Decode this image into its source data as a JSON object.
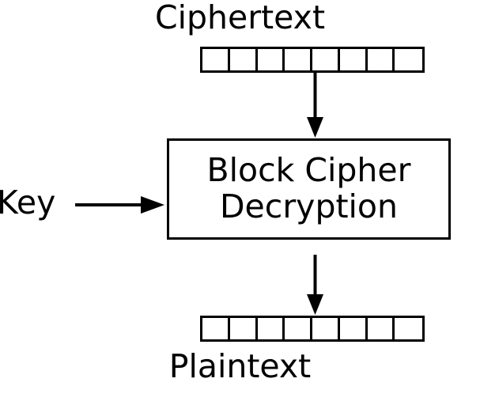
{
  "diagram": {
    "title": "Block Cipher Decryption",
    "type": "flow-diagram",
    "background_color": "#ffffff",
    "stroke_color": "#000000",
    "labels": {
      "ciphertext": "Ciphertext",
      "plaintext": "Plaintext",
      "key": "Key"
    },
    "cipher_box": {
      "line1": "Block Cipher",
      "line2": "Decryption"
    },
    "ciphertext_block": {
      "cell_count": 8,
      "cells": [
        "",
        "",
        "",
        "",
        "",
        "",
        "",
        ""
      ]
    },
    "plaintext_block": {
      "cell_count": 8,
      "cells": [
        "",
        "",
        "",
        "",
        "",
        "",
        "",
        ""
      ]
    },
    "arrows": [
      {
        "name": "ciphertext-to-cipher",
        "direction": "down"
      },
      {
        "name": "key-to-cipher",
        "direction": "right"
      },
      {
        "name": "cipher-to-plaintext",
        "direction": "down"
      }
    ]
  }
}
